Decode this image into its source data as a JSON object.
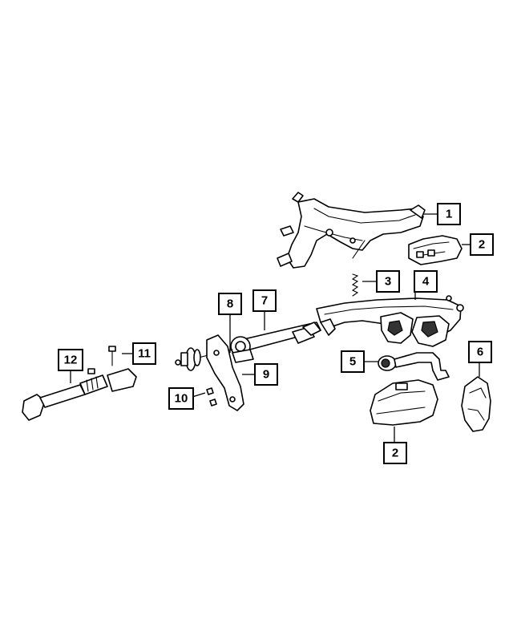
{
  "diagram": {
    "callouts": [
      {
        "id": "c1",
        "label": "1"
      },
      {
        "id": "c2a",
        "label": "2"
      },
      {
        "id": "c3",
        "label": "3"
      },
      {
        "id": "c4",
        "label": "4"
      },
      {
        "id": "c5",
        "label": "5"
      },
      {
        "id": "c6",
        "label": "6"
      },
      {
        "id": "c2b",
        "label": "2"
      },
      {
        "id": "c7",
        "label": "7"
      },
      {
        "id": "c8",
        "label": "8"
      },
      {
        "id": "c9",
        "label": "9"
      },
      {
        "id": "c10",
        "label": "10"
      },
      {
        "id": "c11",
        "label": "11"
      },
      {
        "id": "c12",
        "label": "12"
      }
    ]
  }
}
